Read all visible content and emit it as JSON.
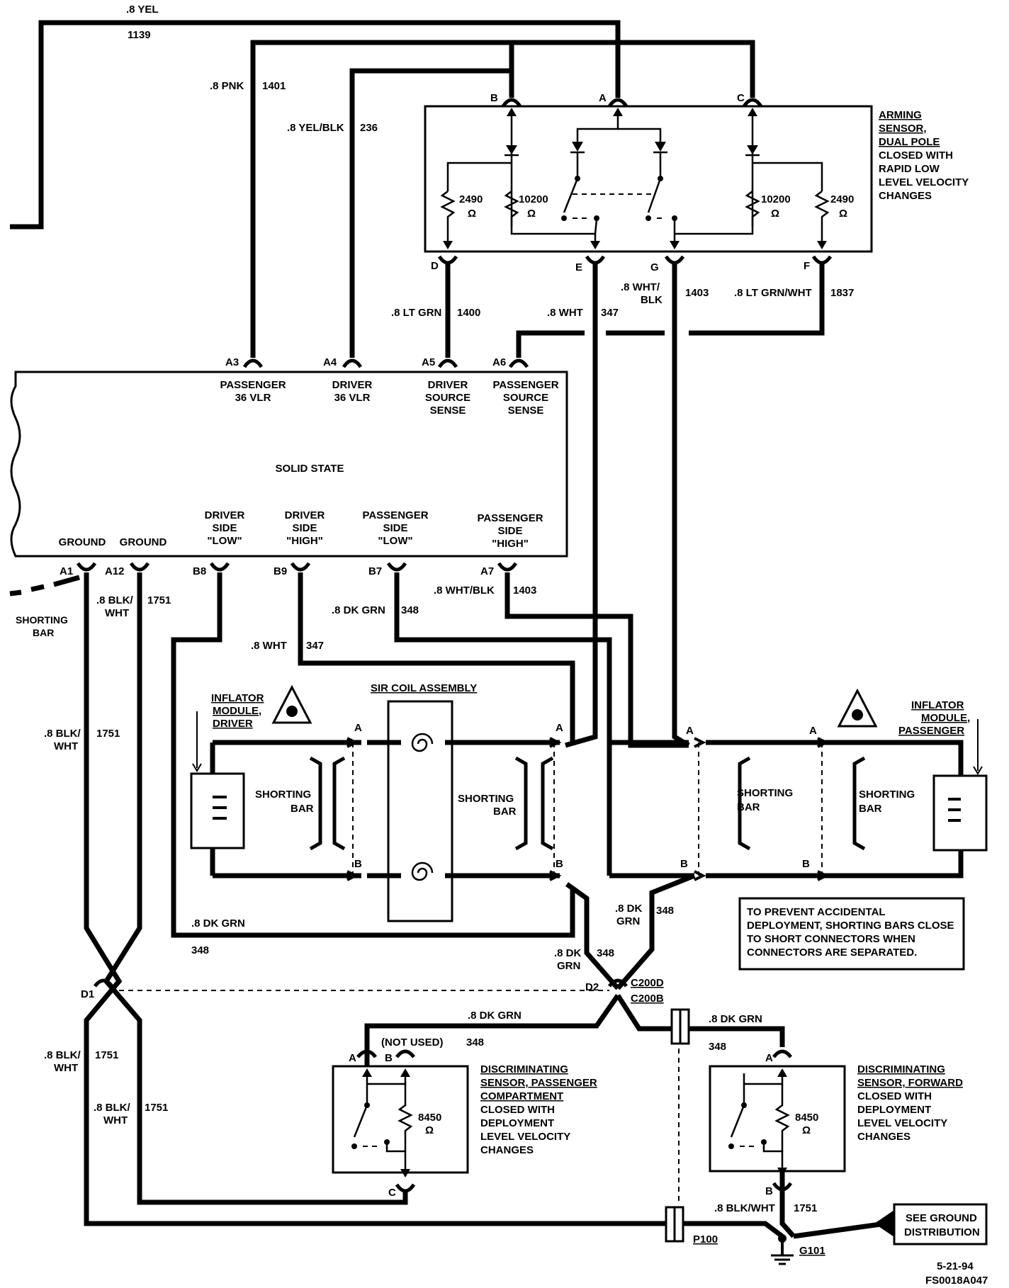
{
  "wires": {
    "w1139": {
      "size": ".8 YEL",
      "circuit": "1139"
    },
    "w1401": {
      "size": ".8 PNK",
      "circuit": "1401"
    },
    "w236": {
      "size": ".8 YEL/BLK",
      "circuit": "236"
    },
    "w1400": {
      "size": ".8 LT GRN",
      "circuit": "1400"
    },
    "w347": {
      "size": ".8 WHT",
      "circuit": "347"
    },
    "w1403_top": {
      "size_l1": ".8 WHT/",
      "size_l2": "BLK",
      "circuit": "1403"
    },
    "w1837": {
      "size": ".8 LT GRN/WHT",
      "circuit": "1837"
    },
    "w1751_a12": {
      "size_l1": ".8 BLK/",
      "size_l2": "WHT",
      "circuit": "1751"
    },
    "w1751_left": {
      "size_l1": ".8 BLK/",
      "size_l2": "WHT",
      "circuit": "1751"
    },
    "w348_b7": {
      "size": ".8 DK GRN",
      "circuit": "348"
    },
    "w1403_a7": {
      "size": ".8 WHT/BLK",
      "circuit": "1403"
    },
    "w347_b9": {
      "size": ".8 WHT",
      "circuit": "347"
    },
    "w348_bottom": {
      "size": ".8 DK GRN",
      "circuit": "348"
    },
    "w348_mid_r": {
      "size_l1": ".8 DK",
      "size_l2": "GRN",
      "circuit": "348"
    },
    "w348_mid_l": {
      "size_l1": ".8 DK",
      "size_l2": "GRN",
      "circuit": "348"
    },
    "w348_disc_p": {
      "size": ".8 DK GRN",
      "circuit": "348"
    },
    "w348_disc_f": {
      "size": ".8 DK GRN",
      "circuit": "348"
    },
    "w1751_d1a": {
      "size_l1": ".8 BLK/",
      "size_l2": "WHT",
      "circuit": "1751"
    },
    "w1751_d1b": {
      "size_l1": ".8 BLK/",
      "size_l2": "WHT",
      "circuit": "1751"
    },
    "w1751_g": {
      "size": ".8 BLK/WHT",
      "circuit": "1751"
    }
  },
  "arming_sensor": {
    "title_l1": "ARMING",
    "title_l2": "SENSOR,",
    "title_l3": "DUAL POLE",
    "desc_l1": "CLOSED WITH",
    "desc_l2": "RAPID LOW",
    "desc_l3": "LEVEL VELOCITY",
    "desc_l4": "CHANGES",
    "pins": {
      "a": "A",
      "b": "B",
      "c": "C",
      "d": "D",
      "e": "E",
      "f": "F",
      "g": "G"
    },
    "r1": "2490",
    "r2": "10200",
    "r3": "10200",
    "r4": "2490",
    "ohm": "Ω"
  },
  "module": {
    "title": "SOLID STATE",
    "top_pins": {
      "a3": "A3",
      "a4": "A4",
      "a5": "A5",
      "a6": "A6"
    },
    "a3_l1": "PASSENGER",
    "a3_l2": "36 VLR",
    "a4_l1": "DRIVER",
    "a4_l2": "36 VLR",
    "a5_l1": "DRIVER",
    "a5_l2": "SOURCE",
    "a5_l3": "SENSE",
    "a6_l1": "PASSENGER",
    "a6_l2": "SOURCE",
    "a6_l3": "SENSE",
    "bottom_pins": {
      "a1": "A1",
      "a12": "A12",
      "b8": "B8",
      "b9": "B9",
      "b7": "B7",
      "a7": "A7"
    },
    "gnd1": "GROUND",
    "gnd2": "GROUND",
    "b8_l1": "DRIVER",
    "b8_l2": "SIDE",
    "b8_l3": "\"LOW\"",
    "b9_l1": "DRIVER",
    "b9_l2": "SIDE",
    "b9_l3": "\"HIGH\"",
    "b7_l1": "PASSENGER",
    "b7_l2": "SIDE",
    "b7_l3": "\"LOW\"",
    "a7_l1": "PASSENGER",
    "a7_l2": "SIDE",
    "a7_l3": "\"HIGH\""
  },
  "shorting_bar_left": {
    "l1": "SHORTING",
    "l2": "BAR"
  },
  "sir_coil": {
    "title": "SIR COIL ASSEMBLY"
  },
  "inflator_driver": {
    "l1": "INFLATOR",
    "l2": "MODULE,",
    "l3": "DRIVER"
  },
  "inflator_passenger": {
    "l1": "INFLATOR",
    "l2": "MODULE,",
    "l3": "PASSENGER"
  },
  "shorting_bars": [
    {
      "l1": "SHORTING",
      "l2": "BAR"
    },
    {
      "l1": "SHORTING",
      "l2": "BAR"
    },
    {
      "l1": "SHORTING",
      "l2": "BAR"
    },
    {
      "l1": "SHORTING",
      "l2": "BAR"
    }
  ],
  "pin_letters": {
    "a": "A",
    "b": "B",
    "c": "C"
  },
  "note": {
    "l1": "TO PREVENT ACCIDENTAL",
    "l2": "DEPLOYMENT, SHORTING BARS CLOSE",
    "l3": "TO SHORT CONNECTORS WHEN",
    "l4": "CONNECTORS ARE SEPARATED."
  },
  "connectors": {
    "d1": "D1",
    "d2": "D2",
    "c200d": "C200D",
    "c200b": "C200B",
    "p100": "P100",
    "g101": "G101"
  },
  "disc_passenger": {
    "not_used": "(NOT USED)",
    "title_l1": "DISCRIMINATING",
    "title_l2": "SENSOR, PASSENGER",
    "title_l3": "COMPARTMENT",
    "desc_l1": "CLOSED WITH",
    "desc_l2": "DEPLOYMENT",
    "desc_l3": "LEVEL VELOCITY",
    "desc_l4": "CHANGES",
    "r": "8450",
    "ohm": "Ω"
  },
  "disc_forward": {
    "title_l1": "DISCRIMINATING",
    "title_l2": "SENSOR, FORWARD",
    "desc_l1": "CLOSED WITH",
    "desc_l2": "DEPLOYMENT",
    "desc_l3": "LEVEL VELOCITY",
    "desc_l4": "CHANGES",
    "r": "8450",
    "ohm": "Ω"
  },
  "ground_ref": {
    "l1": "SEE GROUND",
    "l2": "DISTRIBUTION"
  },
  "footer": {
    "date": "5-21-94",
    "code": "FS0018A047"
  }
}
